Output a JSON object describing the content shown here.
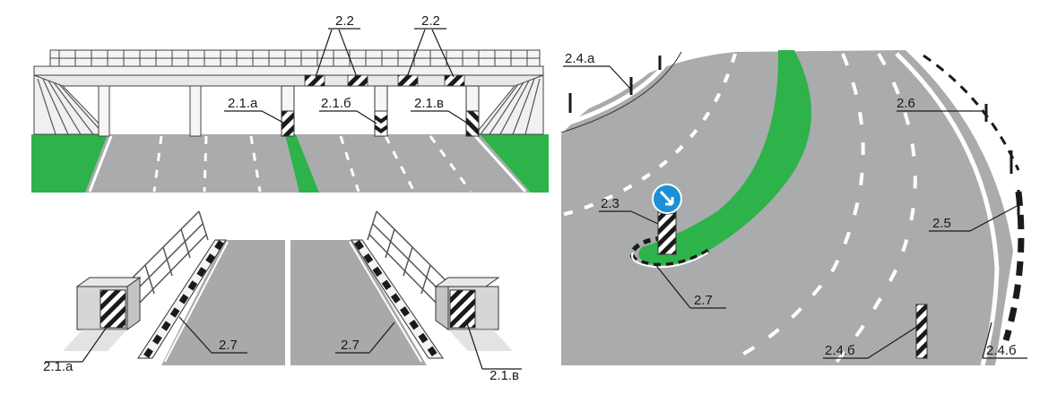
{
  "colors": {
    "road": "#a7a9ab",
    "road_light": "#c4c6c8",
    "grass": "#2db34a",
    "line": "#ffffff",
    "ink": "#1a1a1a",
    "sign_blue": "#1c8fd6"
  },
  "labels": {
    "top_left": {
      "bridge_2_2_left": "2.2",
      "bridge_2_2_right": "2.2",
      "support_2_1_a": "2.1.а",
      "support_2_1_b": "2.1.б",
      "support_2_1_v": "2.1.в"
    },
    "bottom_left": {
      "left_2_1_a": "2.1.а",
      "left_2_7": "2.7",
      "right_2_7": "2.7",
      "right_2_1_v": "2.1.в"
    },
    "right": {
      "l_2_4_a": "2.4.а",
      "l_2_6": "2.6",
      "l_2_3": "2.3",
      "l_2_5": "2.5",
      "l_2_7": "2.7",
      "l_2_4_b_center": "2.4.б",
      "l_2_4_b_right": "2.4.б"
    }
  }
}
